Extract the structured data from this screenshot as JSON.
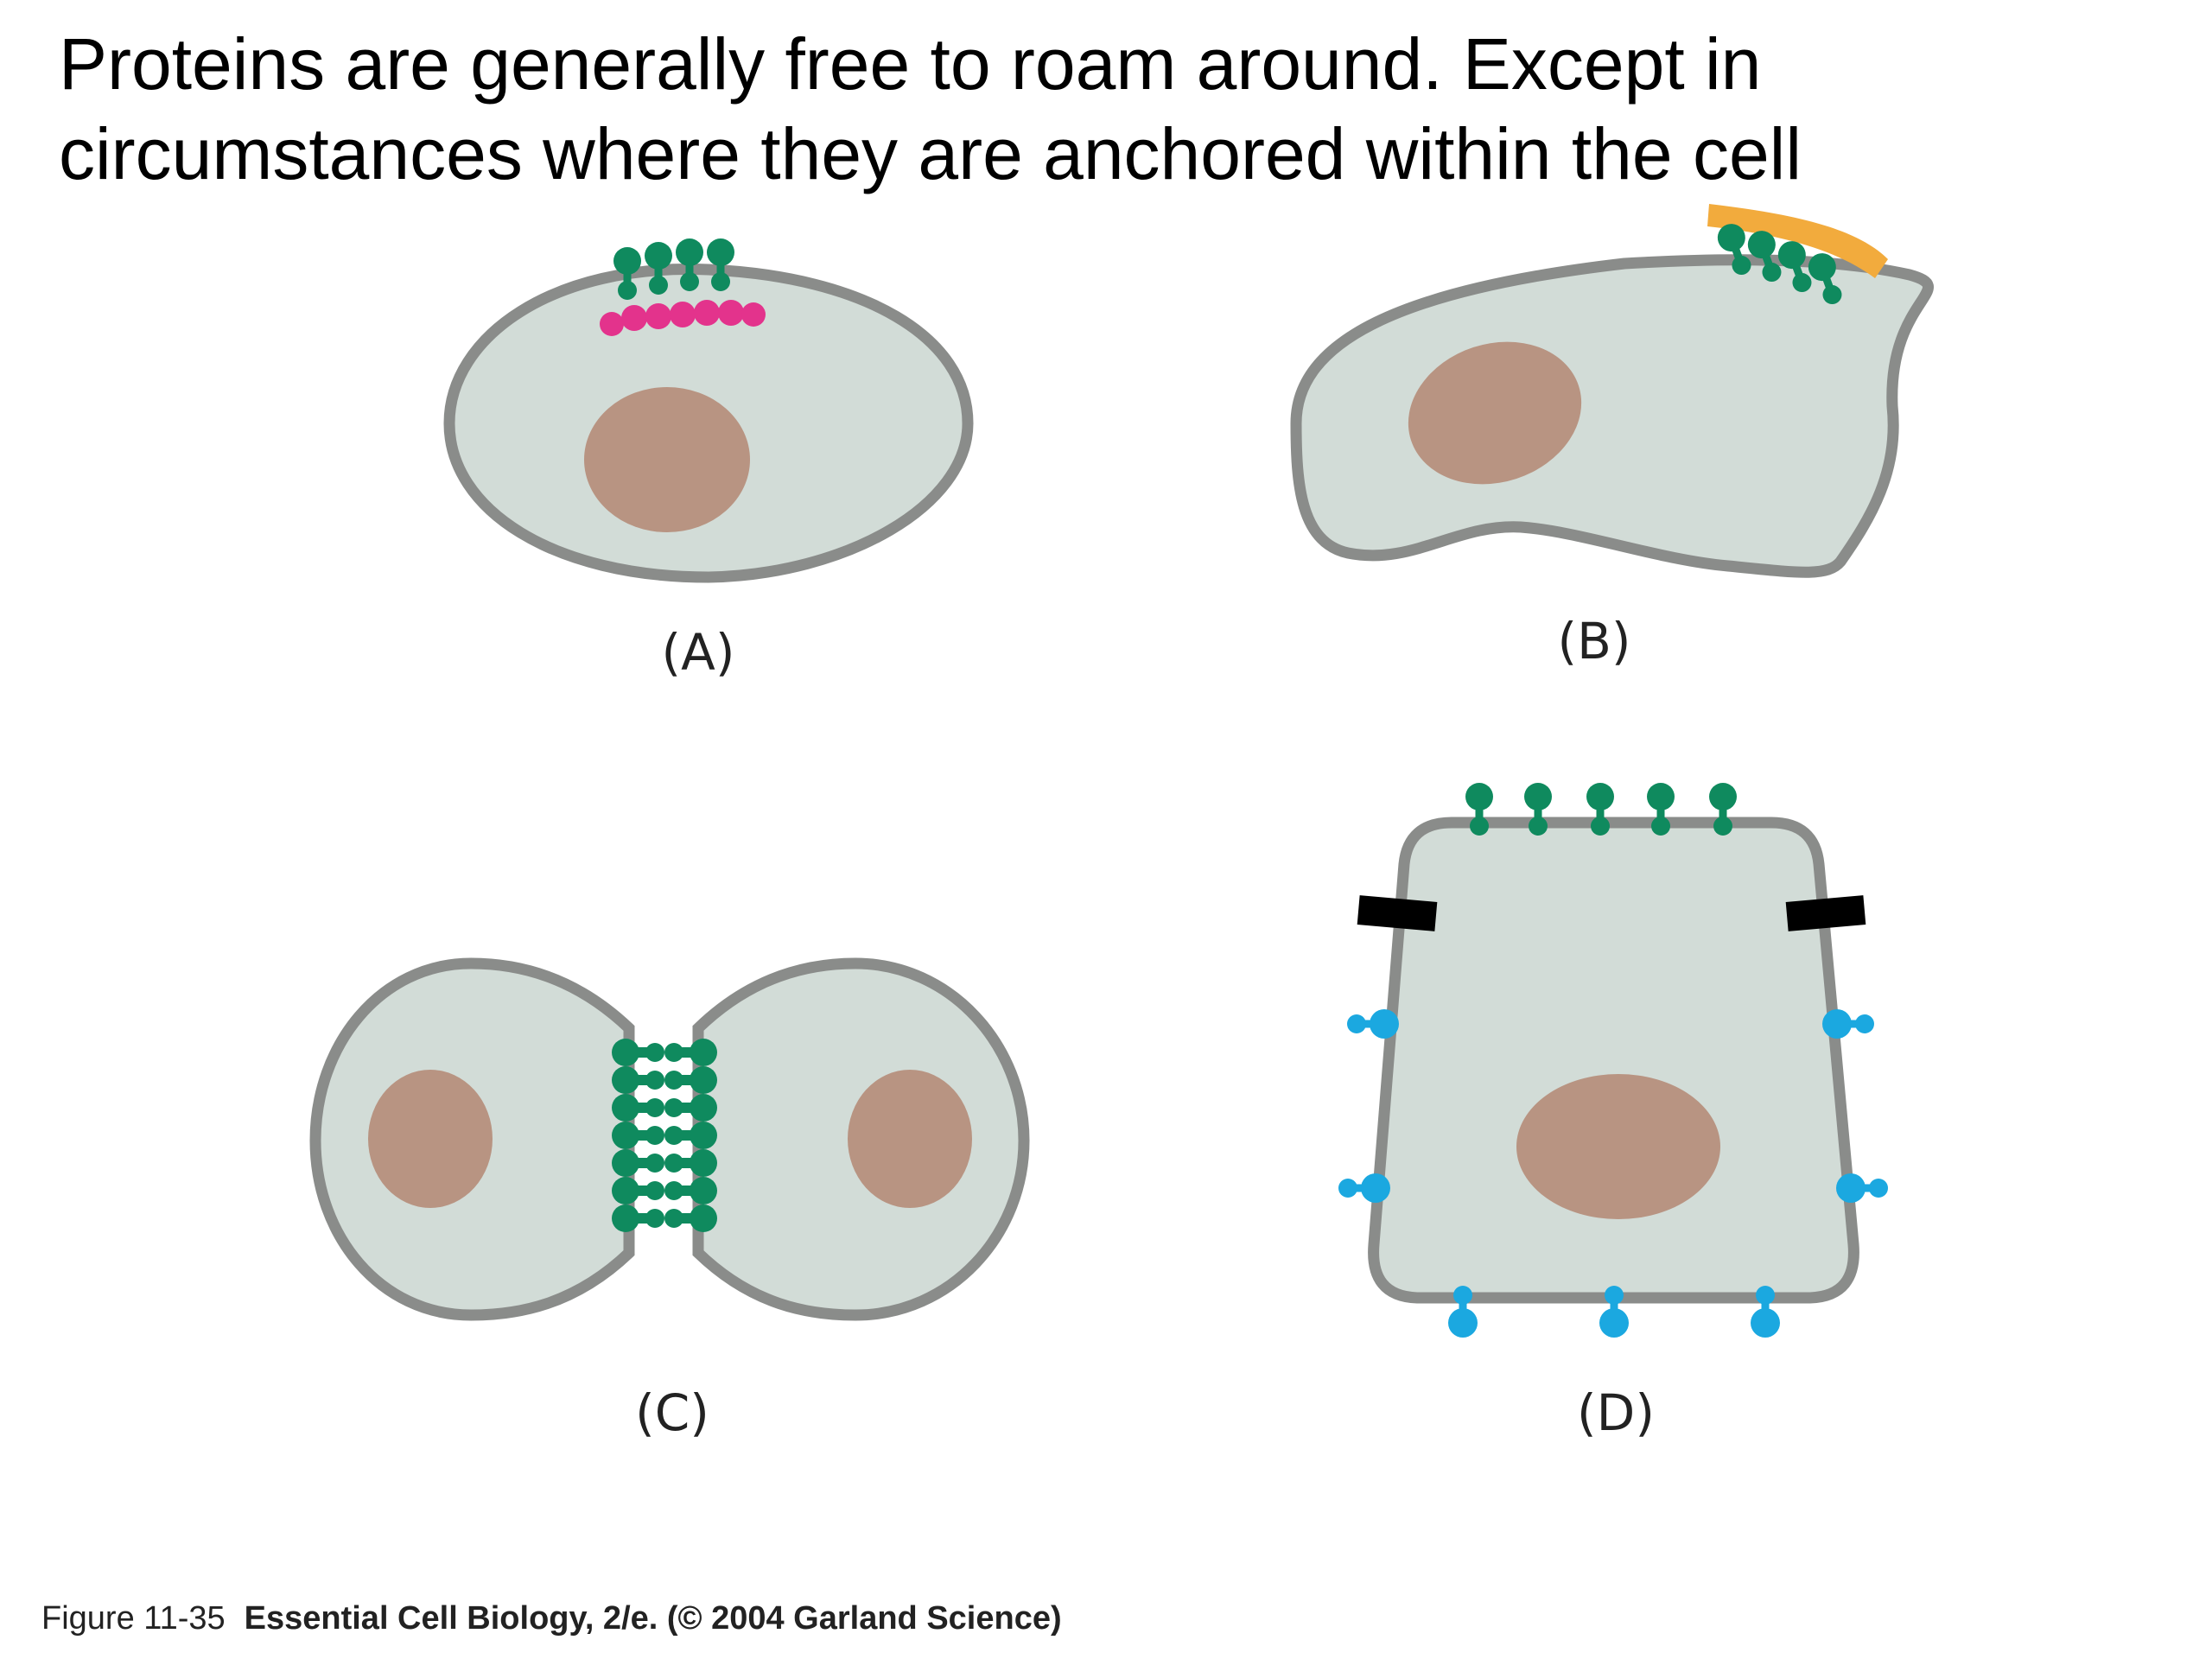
{
  "slide": {
    "title_line1": "Proteins are generally free to roam around. Except in",
    "title_line2": "circumstances where they are anchored within the cell"
  },
  "panels": {
    "a": {
      "label": "(A)"
    },
    "b": {
      "label": "(B)"
    },
    "c": {
      "label": "(C)"
    },
    "d": {
      "label": "(D)"
    }
  },
  "caption": {
    "figure_number": "Figure 11-35",
    "source": "Essential Cell Biology, 2/e. (© 2004 Garland Science)"
  },
  "colors": {
    "membrane": "#8a8c8a",
    "cytoplasm": "#d2dcd7",
    "nucleus": "#b89482",
    "membrane_protein": "#0f8a5e",
    "anchor_pink": "#e3338c",
    "extracellular_orange": "#f2ab3d",
    "tight_junction": "#000000",
    "basolateral_protein": "#1ba8e0"
  },
  "icons": [
    "green-protein-icon",
    "blue-protein-icon",
    "pink-anchor-icon"
  ]
}
